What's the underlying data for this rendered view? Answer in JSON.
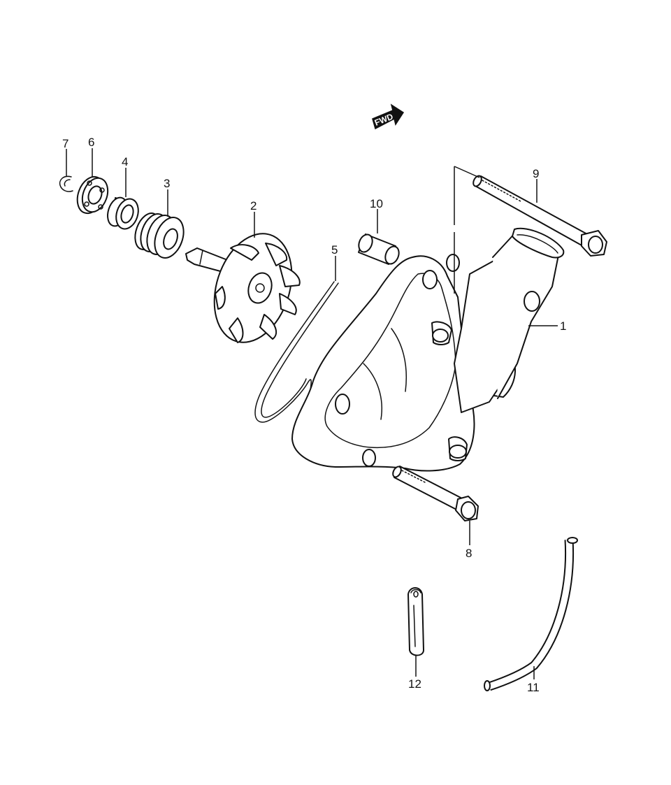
{
  "fwd_badge": "FWD",
  "callouts": {
    "p1": "1",
    "p2": "2",
    "p3": "3",
    "p4": "4",
    "p5": "5",
    "p6": "6",
    "p7": "7",
    "p8": "8",
    "p9": "9",
    "p10": "10",
    "p11": "11",
    "p12": "12"
  }
}
